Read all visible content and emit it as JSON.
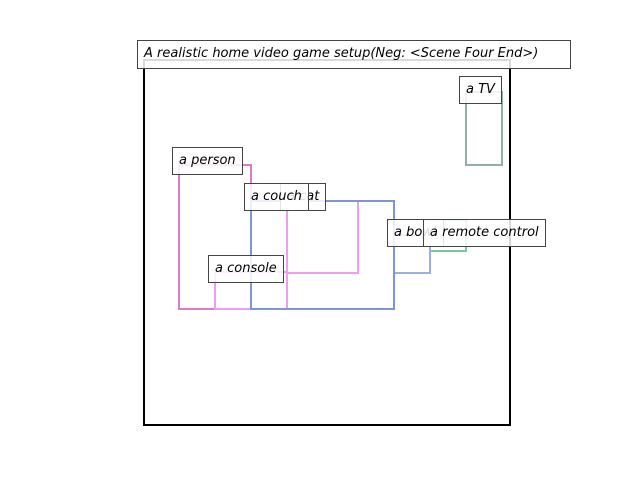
{
  "title": "A realistic home video game setup(Neg: <Scene Four End>)",
  "objects": [
    {
      "id": "tv",
      "label": "a TV",
      "color": "#8fb3a3"
    },
    {
      "id": "person",
      "label": "a person",
      "color": "#e079c8"
    },
    {
      "id": "couch",
      "label": "a couch",
      "color": "#7b96d0"
    },
    {
      "id": "cat",
      "label": "a cat",
      "color": "#f09cf0"
    },
    {
      "id": "console",
      "label": "a console",
      "color": "#f09cf0"
    },
    {
      "id": "bowl",
      "label": "a bowl",
      "color": "#9ab0e0"
    },
    {
      "id": "remote",
      "label": "a remote control",
      "color": "#7ec4a0"
    }
  ]
}
